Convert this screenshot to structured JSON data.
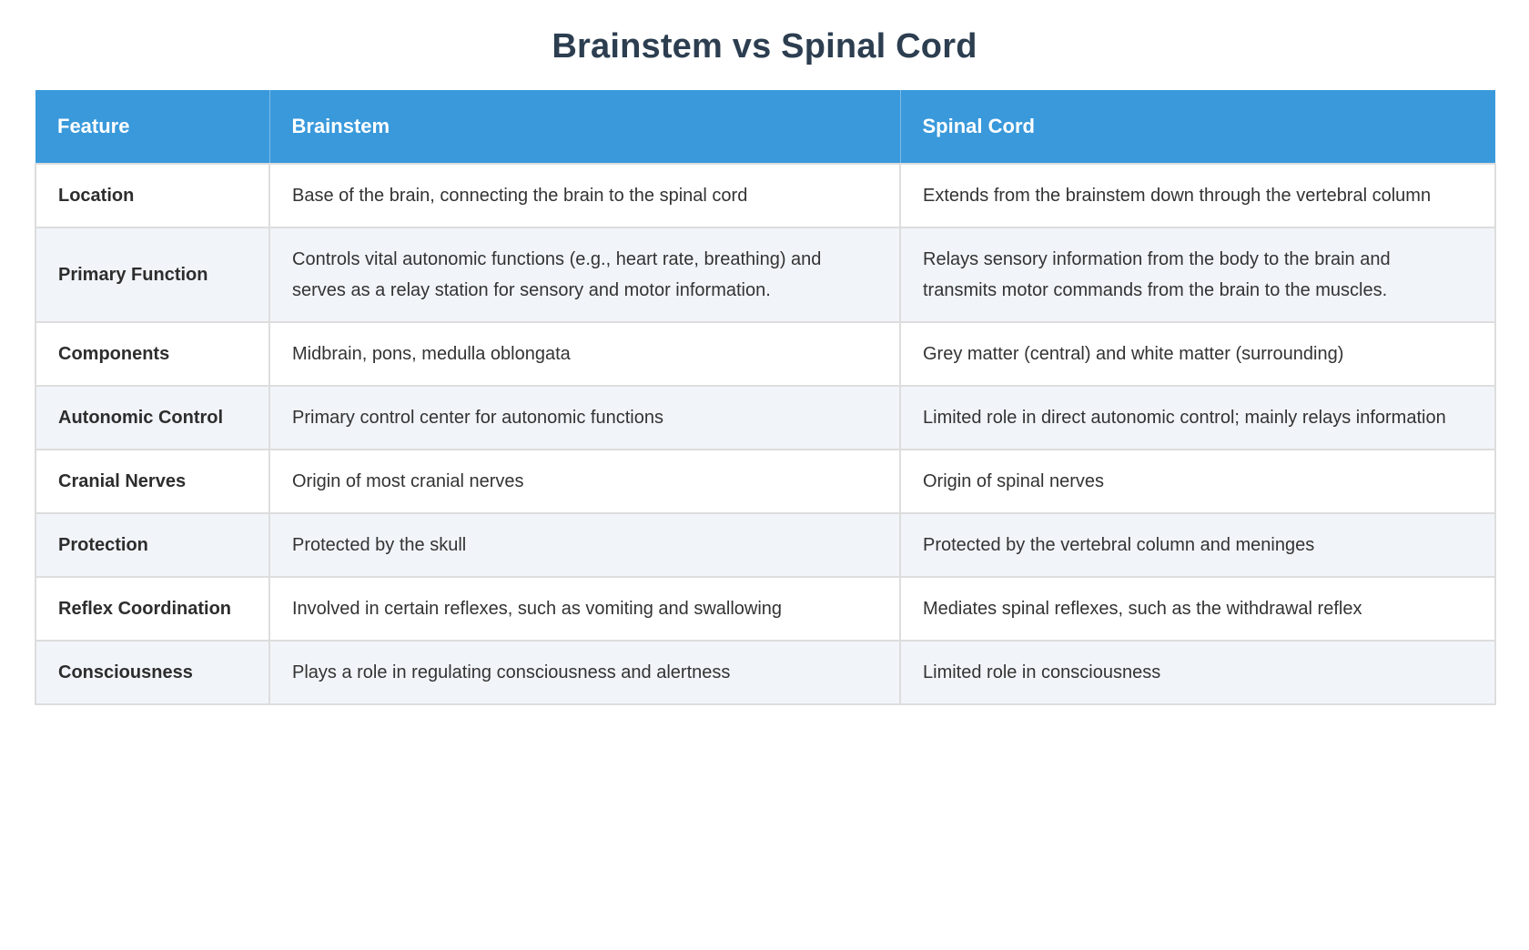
{
  "page": {
    "title": "Brainstem vs Spinal Cord"
  },
  "colors": {
    "header_bg": "#3999db",
    "header_text": "#ffffff",
    "title_text": "#2c3e50",
    "body_text": "#333333",
    "row_alt_bg": "#f1f5f9",
    "grid_border": "#dddddd"
  },
  "table": {
    "headers": [
      {
        "label": "Feature"
      },
      {
        "label": "Brainstem"
      },
      {
        "label": "Spinal Cord"
      }
    ],
    "rows": [
      {
        "feature": "Location",
        "brainstem": "Base of the brain, connecting the brain to the spinal cord",
        "spinal_cord": "Extends from the brainstem down through the vertebral column"
      },
      {
        "feature": "Primary Function",
        "brainstem": "Controls vital autonomic functions (e.g., heart rate, breathing) and serves as a relay station for sensory and motor information.",
        "spinal_cord": "Relays sensory information from the body to the brain and transmits motor commands from the brain to the muscles."
      },
      {
        "feature": "Components",
        "brainstem": "Midbrain, pons, medulla oblongata",
        "spinal_cord": "Grey matter (central) and white matter (surrounding)"
      },
      {
        "feature": "Autonomic Control",
        "brainstem": "Primary control center for autonomic functions",
        "spinal_cord": "Limited role in direct autonomic control; mainly relays information"
      },
      {
        "feature": "Cranial Nerves",
        "brainstem": "Origin of most cranial nerves",
        "spinal_cord": "Origin of spinal nerves"
      },
      {
        "feature": "Protection",
        "brainstem": "Protected by the skull",
        "spinal_cord": "Protected by the vertebral column and meninges"
      },
      {
        "feature": "Reflex Coordination",
        "brainstem": "Involved in certain reflexes, such as vomiting and swallowing",
        "spinal_cord": "Mediates spinal reflexes, such as the withdrawal reflex"
      },
      {
        "feature": "Consciousness",
        "brainstem": "Plays a role in regulating consciousness and alertness",
        "spinal_cord": "Limited role in consciousness"
      }
    ]
  }
}
